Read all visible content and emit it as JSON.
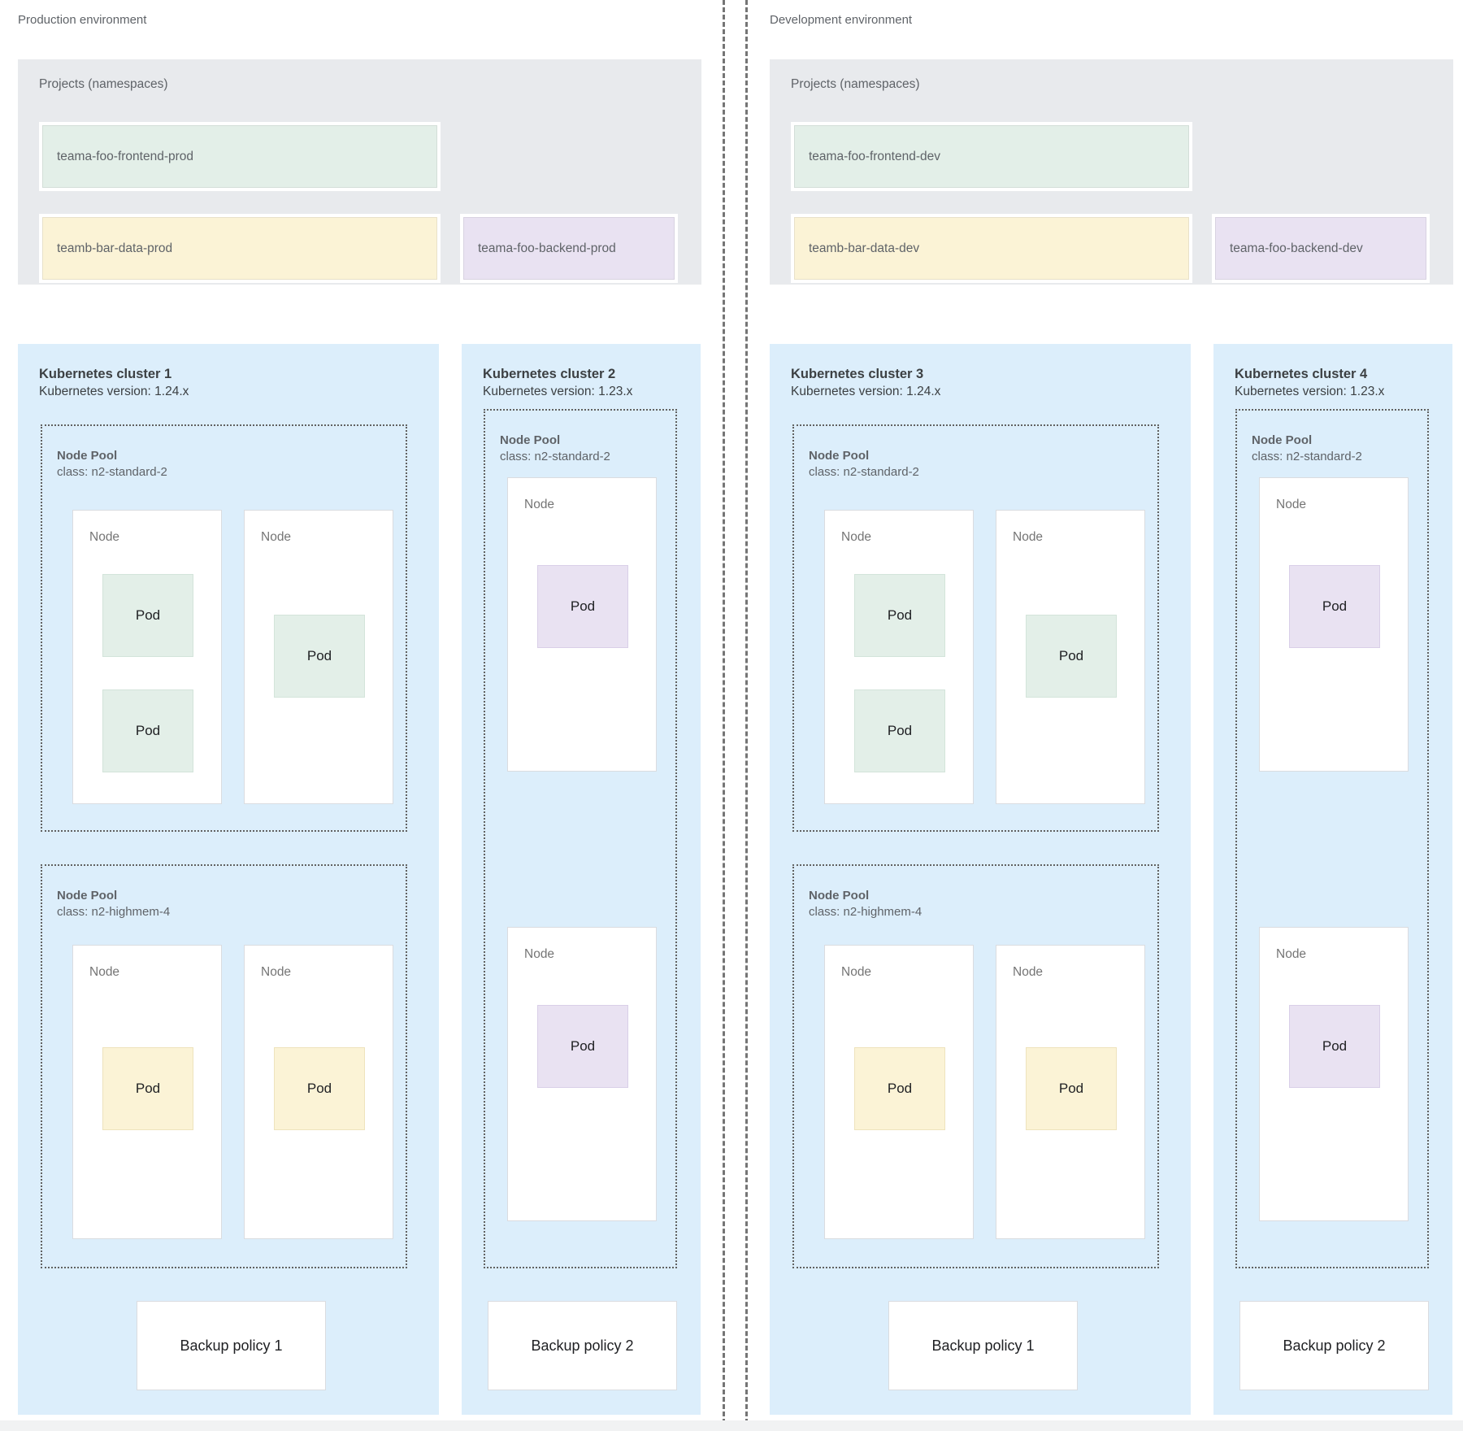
{
  "diagram": {
    "environments": [
      {
        "label": "Production environment",
        "projects": {
          "title": "Projects (namespaces)",
          "namespaces": [
            {
              "name": "teama-foo-frontend-prod",
              "color": "green"
            },
            {
              "name": "teamb-bar-data-prod",
              "color": "yellow"
            },
            {
              "name": "teama-foo-backend-prod",
              "color": "purple"
            }
          ]
        },
        "clusters": [
          {
            "title": "Kubernetes cluster 1",
            "version": "Kubernetes version: 1.24.x",
            "node_pools": [
              {
                "title": "Node Pool",
                "node_class": "class: n2-standard-2",
                "nodes": [
                  {
                    "label": "Node",
                    "pods": [
                      {
                        "label": "Pod",
                        "color": "green"
                      },
                      {
                        "label": "Pod",
                        "color": "green"
                      }
                    ]
                  },
                  {
                    "label": "Node",
                    "pods": [
                      {
                        "label": "Pod",
                        "color": "green"
                      }
                    ]
                  }
                ]
              },
              {
                "title": "Node Pool",
                "node_class": "class: n2-highmem-4",
                "nodes": [
                  {
                    "label": "Node",
                    "pods": [
                      {
                        "label": "Pod",
                        "color": "yellow"
                      }
                    ]
                  },
                  {
                    "label": "Node",
                    "pods": [
                      {
                        "label": "Pod",
                        "color": "yellow"
                      }
                    ]
                  }
                ]
              }
            ],
            "backup_policy": "Backup policy 1"
          },
          {
            "title": "Kubernetes cluster 2",
            "version": "Kubernetes version: 1.23.x",
            "node_pools": [
              {
                "title": "Node Pool",
                "node_class": "class: n2-standard-2",
                "nodes": [
                  {
                    "label": "Node",
                    "pods": [
                      {
                        "label": "Pod",
                        "color": "purple"
                      }
                    ]
                  },
                  {
                    "label": "Node",
                    "pods": [
                      {
                        "label": "Pod",
                        "color": "purple"
                      }
                    ]
                  }
                ]
              }
            ],
            "backup_policy": "Backup policy 2"
          }
        ]
      },
      {
        "label": "Development environment",
        "projects": {
          "title": "Projects (namespaces)",
          "namespaces": [
            {
              "name": "teama-foo-frontend-dev",
              "color": "green"
            },
            {
              "name": "teamb-bar-data-dev",
              "color": "yellow"
            },
            {
              "name": "teama-foo-backend-dev",
              "color": "purple"
            }
          ]
        },
        "clusters": [
          {
            "title": "Kubernetes cluster 3",
            "version": "Kubernetes version: 1.24.x",
            "node_pools": [
              {
                "title": "Node Pool",
                "node_class": "class: n2-standard-2",
                "nodes": [
                  {
                    "label": "Node",
                    "pods": [
                      {
                        "label": "Pod",
                        "color": "green"
                      },
                      {
                        "label": "Pod",
                        "color": "green"
                      }
                    ]
                  },
                  {
                    "label": "Node",
                    "pods": [
                      {
                        "label": "Pod",
                        "color": "green"
                      }
                    ]
                  }
                ]
              },
              {
                "title": "Node Pool",
                "node_class": "class: n2-highmem-4",
                "nodes": [
                  {
                    "label": "Node",
                    "pods": [
                      {
                        "label": "Pod",
                        "color": "yellow"
                      }
                    ]
                  },
                  {
                    "label": "Node",
                    "pods": [
                      {
                        "label": "Pod",
                        "color": "yellow"
                      }
                    ]
                  }
                ]
              }
            ],
            "backup_policy": "Backup policy 1"
          },
          {
            "title": "Kubernetes cluster 4",
            "version": "Kubernetes version: 1.23.x",
            "node_pools": [
              {
                "title": "Node Pool",
                "node_class": "class: n2-standard-2",
                "nodes": [
                  {
                    "label": "Node",
                    "pods": [
                      {
                        "label": "Pod",
                        "color": "purple"
                      }
                    ]
                  },
                  {
                    "label": "Node",
                    "pods": [
                      {
                        "label": "Pod",
                        "color": "purple"
                      }
                    ]
                  }
                ]
              }
            ],
            "backup_policy": "Backup policy 2"
          }
        ]
      }
    ],
    "colors": {
      "projects_bg": "#e8eaed",
      "cluster_bg": "#dceefb",
      "namespace_green": "#e3efe8",
      "namespace_yellow": "#fbf3d6",
      "namespace_purple": "#e9e2f2",
      "node_bg": "#ffffff",
      "node_border": "#dadce0",
      "dotted_border": "#616161",
      "divider": "#757575",
      "text_primary": "#3c4043",
      "text_secondary": "#5f6368"
    }
  }
}
